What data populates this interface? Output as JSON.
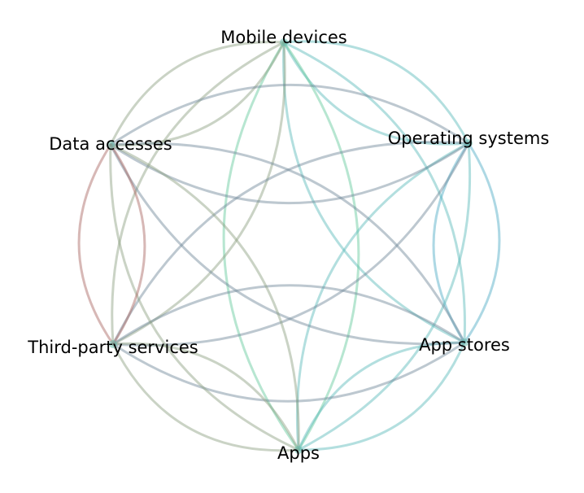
{
  "diagram": {
    "type": "chord-network",
    "nodes": [
      {
        "id": "mobile",
        "label": "Mobile devices"
      },
      {
        "id": "os",
        "label": "Operating systems"
      },
      {
        "id": "stores",
        "label": "App stores"
      },
      {
        "id": "apps",
        "label": "Apps"
      },
      {
        "id": "thirdparty",
        "label": "Third-party services"
      },
      {
        "id": "data",
        "label": "Data accesses"
      }
    ],
    "edges": [
      {
        "source": "mobile",
        "target": "os",
        "color": "#56b9b9"
      },
      {
        "source": "mobile",
        "target": "stores",
        "color": "#56b9b9"
      },
      {
        "source": "mobile",
        "target": "apps",
        "color": "#5fc79a"
      },
      {
        "source": "mobile",
        "target": "thirdparty",
        "color": "#8a9d7e"
      },
      {
        "source": "mobile",
        "target": "data",
        "color": "#8a9d7e"
      },
      {
        "source": "os",
        "target": "stores",
        "color": "#4aa8c4"
      },
      {
        "source": "os",
        "target": "apps",
        "color": "#56b9b9"
      },
      {
        "source": "os",
        "target": "thirdparty",
        "color": "#6c8596"
      },
      {
        "source": "os",
        "target": "data",
        "color": "#6c8596"
      },
      {
        "source": "stores",
        "target": "apps",
        "color": "#56b9b9"
      },
      {
        "source": "stores",
        "target": "thirdparty",
        "color": "#6c8596"
      },
      {
        "source": "stores",
        "target": "data",
        "color": "#6c8596"
      },
      {
        "source": "apps",
        "target": "thirdparty",
        "color": "#8a9d7e"
      },
      {
        "source": "apps",
        "target": "data",
        "color": "#8a9d7e"
      },
      {
        "source": "thirdparty",
        "target": "data",
        "color": "#a6625e"
      }
    ]
  }
}
